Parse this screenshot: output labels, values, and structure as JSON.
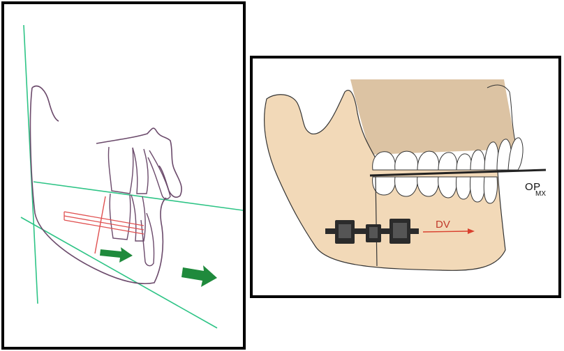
{
  "labels": {
    "occlusal_plane": "OP",
    "occlusal_plane_subscript": "MX",
    "distraction_vector": "DV"
  },
  "colors": {
    "tracing": "#6b4a6b",
    "reference_line": "#2ec486",
    "green_arrow": "#1f8a3c",
    "red_line": "#e05050",
    "bone_fill": "#f2d9b8",
    "maxilla_fill": "#dcc3a3",
    "teeth_fill": "#ffffff",
    "occlusal_line": "#222222",
    "device": "#2b2b2b",
    "dv_arrow": "#d9402e"
  }
}
